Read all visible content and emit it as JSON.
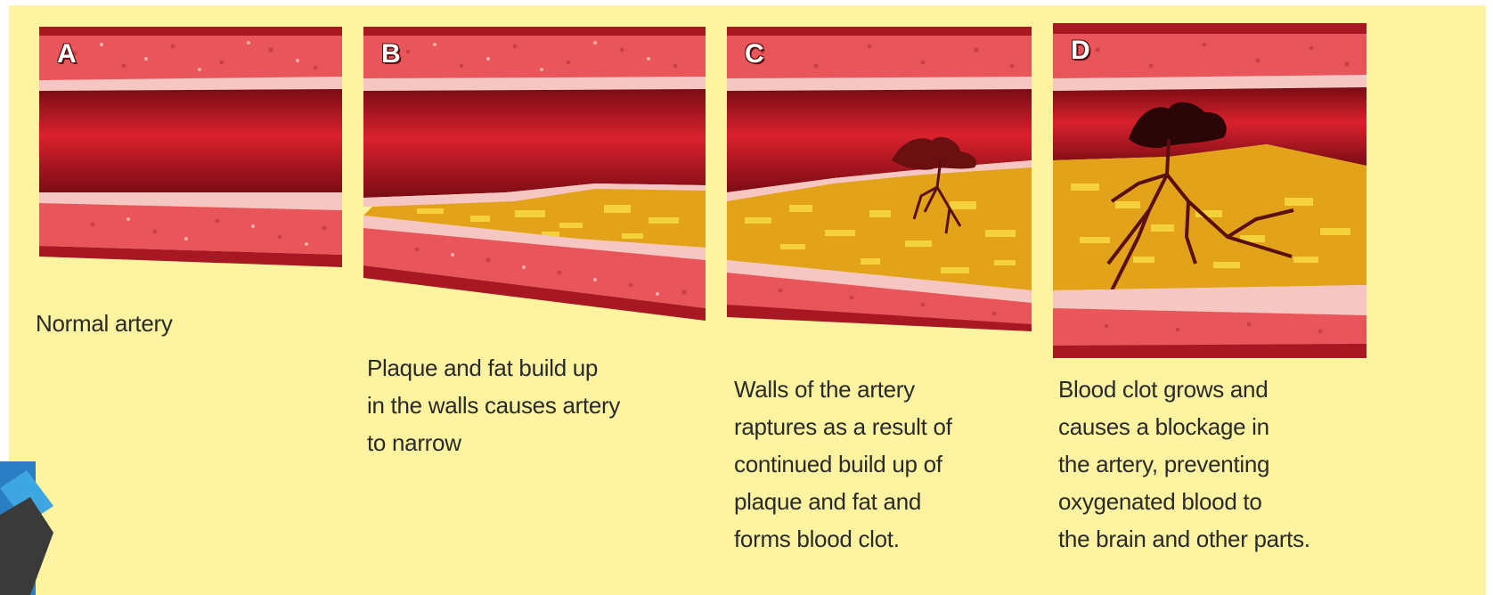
{
  "panels": [
    {
      "letter": "A",
      "caption": "Normal artery"
    },
    {
      "letter": "B",
      "caption": "Plaque and fat build up\nin the walls causes artery\nto narrow"
    },
    {
      "letter": "C",
      "caption": "Walls of the artery\nraptures as a result of\ncontinued build up of\nplaque and fat and\nforms blood clot."
    },
    {
      "letter": "D",
      "caption": "Blood clot grows and\ncauses a blockage in\nthe artery, preventing\noxygenated blood to\nthe brain and other parts."
    }
  ],
  "colors": {
    "background": "#fdf3a0",
    "wall": "#e8555a",
    "wall_dark": "#a81822",
    "lumen": "#b3101c",
    "intima": "#f6c6c3",
    "plaque": "#e2a21a",
    "plaque_light": "#f5d23c",
    "clot": "#5a0f0f"
  }
}
